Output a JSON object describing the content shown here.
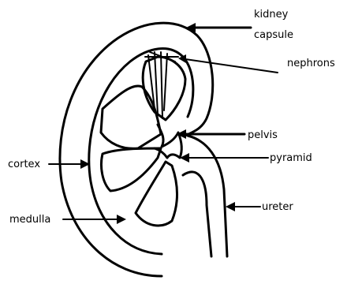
{
  "diagram": {
    "labels": {
      "kidney_capsule_line1": "kidney",
      "kidney_capsule_line2": "capsule",
      "nephrons": "nephrons",
      "pelvis": "pelvis",
      "pyramid": "pyramid",
      "cortex": "cortex",
      "ureter": "ureter",
      "medulla": "medulla"
    }
  }
}
